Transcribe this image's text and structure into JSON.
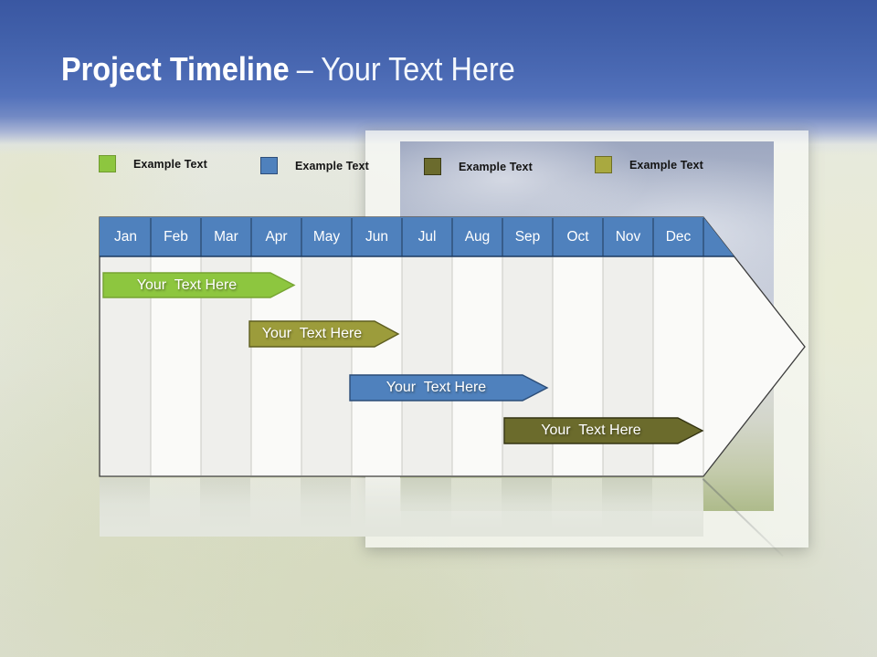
{
  "title": {
    "heading": "Project Timeline",
    "suffix": "– Your Text Here"
  },
  "legend": {
    "items": [
      {
        "label": "Example Text",
        "color": "#8DC63F",
        "border": "#6F9A2E"
      },
      {
        "label": "Example Text",
        "color": "#4F81BD",
        "border": "#2E4E79"
      },
      {
        "label": "Example Text",
        "color": "#6B6B2D",
        "border": "#3A3A14"
      },
      {
        "label": "Example Text",
        "color": "#A9A940",
        "border": "#6E6E25"
      }
    ]
  },
  "timeline": {
    "header": {
      "fill": "#4F81BD",
      "separator": "#2B4A70",
      "underline": "#1D3A60"
    },
    "months": [
      "Jan",
      "Feb",
      "Mar",
      "Apr",
      "May",
      "Jun",
      "Jul",
      "Aug",
      "Sep",
      "Oct",
      "Nov",
      "Dec"
    ],
    "bars": [
      {
        "label": "Your  Text Here",
        "fill": "#8DC63F",
        "stroke": "#76A432",
        "start": "Jan",
        "end": "Apr"
      },
      {
        "label": "Your  Text Here",
        "fill": "#9C9C3B",
        "stroke": "#5E5E20",
        "start": "Apr",
        "end": "Jun"
      },
      {
        "label": "Your  Text Here",
        "fill": "#4F81BD",
        "stroke": "#2C4D77",
        "start": "Jun",
        "end": "Oct"
      },
      {
        "label": "Your  Text Here",
        "fill": "#6B6B2C",
        "stroke": "#333312",
        "start": "Sep",
        "end": "Dec"
      }
    ]
  },
  "chart_data": {
    "type": "bar",
    "subtype": "gantt-timeline",
    "title": "Project Timeline – Your Text Here",
    "categories": [
      "Jan",
      "Feb",
      "Mar",
      "Apr",
      "May",
      "Jun",
      "Jul",
      "Aug",
      "Sep",
      "Oct",
      "Nov",
      "Dec"
    ],
    "series": [
      {
        "name": "Your Text Here",
        "color": "#8DC63F",
        "start_month_0based": 0.0,
        "end_month_0based": 3.85
      },
      {
        "name": "Your Text Here",
        "color": "#9C9C3B",
        "start_month_0based": 2.96,
        "end_month_0based": 5.93
      },
      {
        "name": "Your Text Here",
        "color": "#4F81BD",
        "start_month_0based": 4.96,
        "end_month_0based": 8.9
      },
      {
        "name": "Your Text Here",
        "color": "#6B6B2C",
        "start_month_0based": 8.04,
        "end_month_0based": 12.0
      }
    ],
    "xlim": [
      0,
      12
    ],
    "legend_position": "top",
    "grid": true
  }
}
